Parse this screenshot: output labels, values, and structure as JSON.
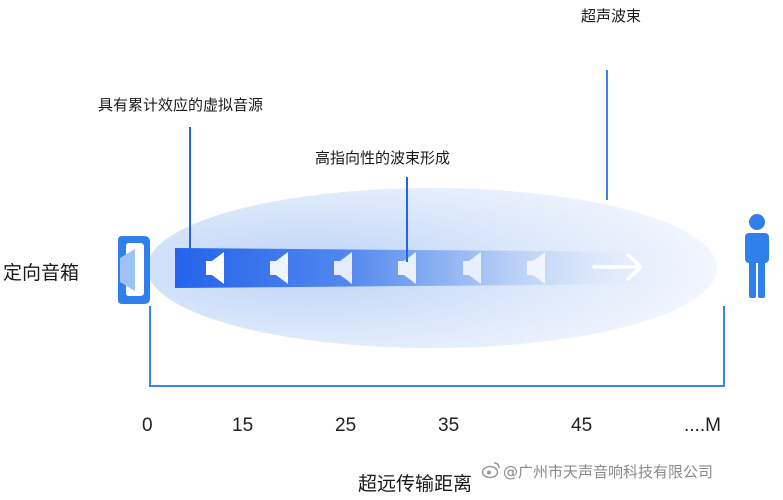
{
  "labels": {
    "speaker": "定向音箱",
    "ultrasonic_beam": "超声波束",
    "virtual_source": "具有累计效应的虚拟音源",
    "directional_beam": "高指向性的波束形成",
    "distance": "超远传输距离"
  },
  "ticks": [
    "0",
    "15",
    "25",
    "35",
    "45",
    "....M"
  ],
  "watermark": "@广州市天声音响科技有限公司",
  "icons": {
    "speaker": "speaker-icon",
    "person": "person-icon",
    "sound": "speaker-triangle-icon",
    "arrow": "arrow-right-icon",
    "watermark": "weibo-icon"
  },
  "colors": {
    "accent": "#2f80ed",
    "beam_light": "#cfe0fa",
    "beam_dark": "#2563eb",
    "line": "#3b82f6"
  }
}
